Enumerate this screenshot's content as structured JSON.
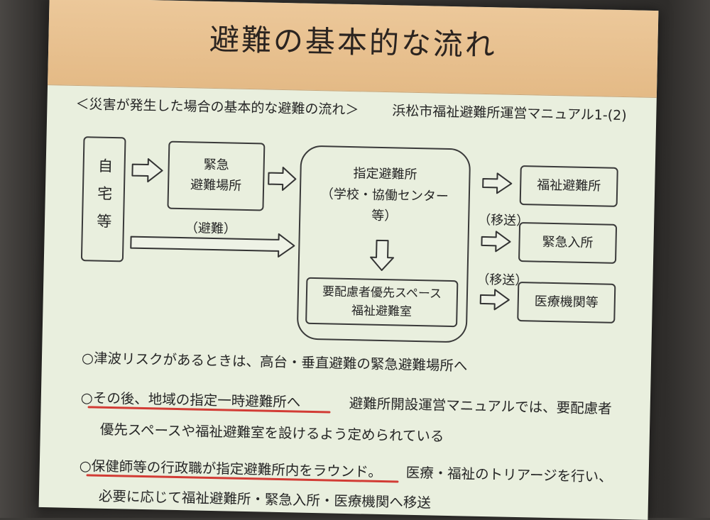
{
  "title": "避難の基本的な流れ",
  "subheading": "＜災害が発生した場合の基本的な避難の流れ＞",
  "source": "浜松市福祉避難所運営マニュアル1-(2)",
  "flow": {
    "home": "自宅等",
    "emergency_site": "緊急\n避難場所",
    "evacuation_label": "（避難）",
    "designated_shelter": "指定避難所\n（学校・協働センター\n等）",
    "priority_space": "要配慮者優先スペース\n福祉避難室",
    "transfer_label_1": "（移送）",
    "transfer_label_2": "（移送）",
    "welfare_shelter": "福祉避難所",
    "emergency_admission": "緊急入所",
    "medical": "医療機関等"
  },
  "bullets": {
    "b1": "○津波リスクがあるときは、高台・垂直避難の緊急避難場所へ",
    "b2_main": "○その後、地域の指定一時避難所へ",
    "b2_note": "避難所開設運営マニュアルでは、要配慮者",
    "b2_cont": "優先スペースや福祉避難室を設けるよう定められている",
    "b3_main": "○保健師等の行政職が指定避難所内をラウンド。",
    "b3_note": "医療・福祉のトリアージを行い、",
    "b3_cont": "必要に応じて福祉避難所・緊急入所・医療機関へ移送"
  },
  "colors": {
    "title_band": "#e4ba86",
    "slide_bg": "#e9efde",
    "underline": "#d23c35"
  }
}
